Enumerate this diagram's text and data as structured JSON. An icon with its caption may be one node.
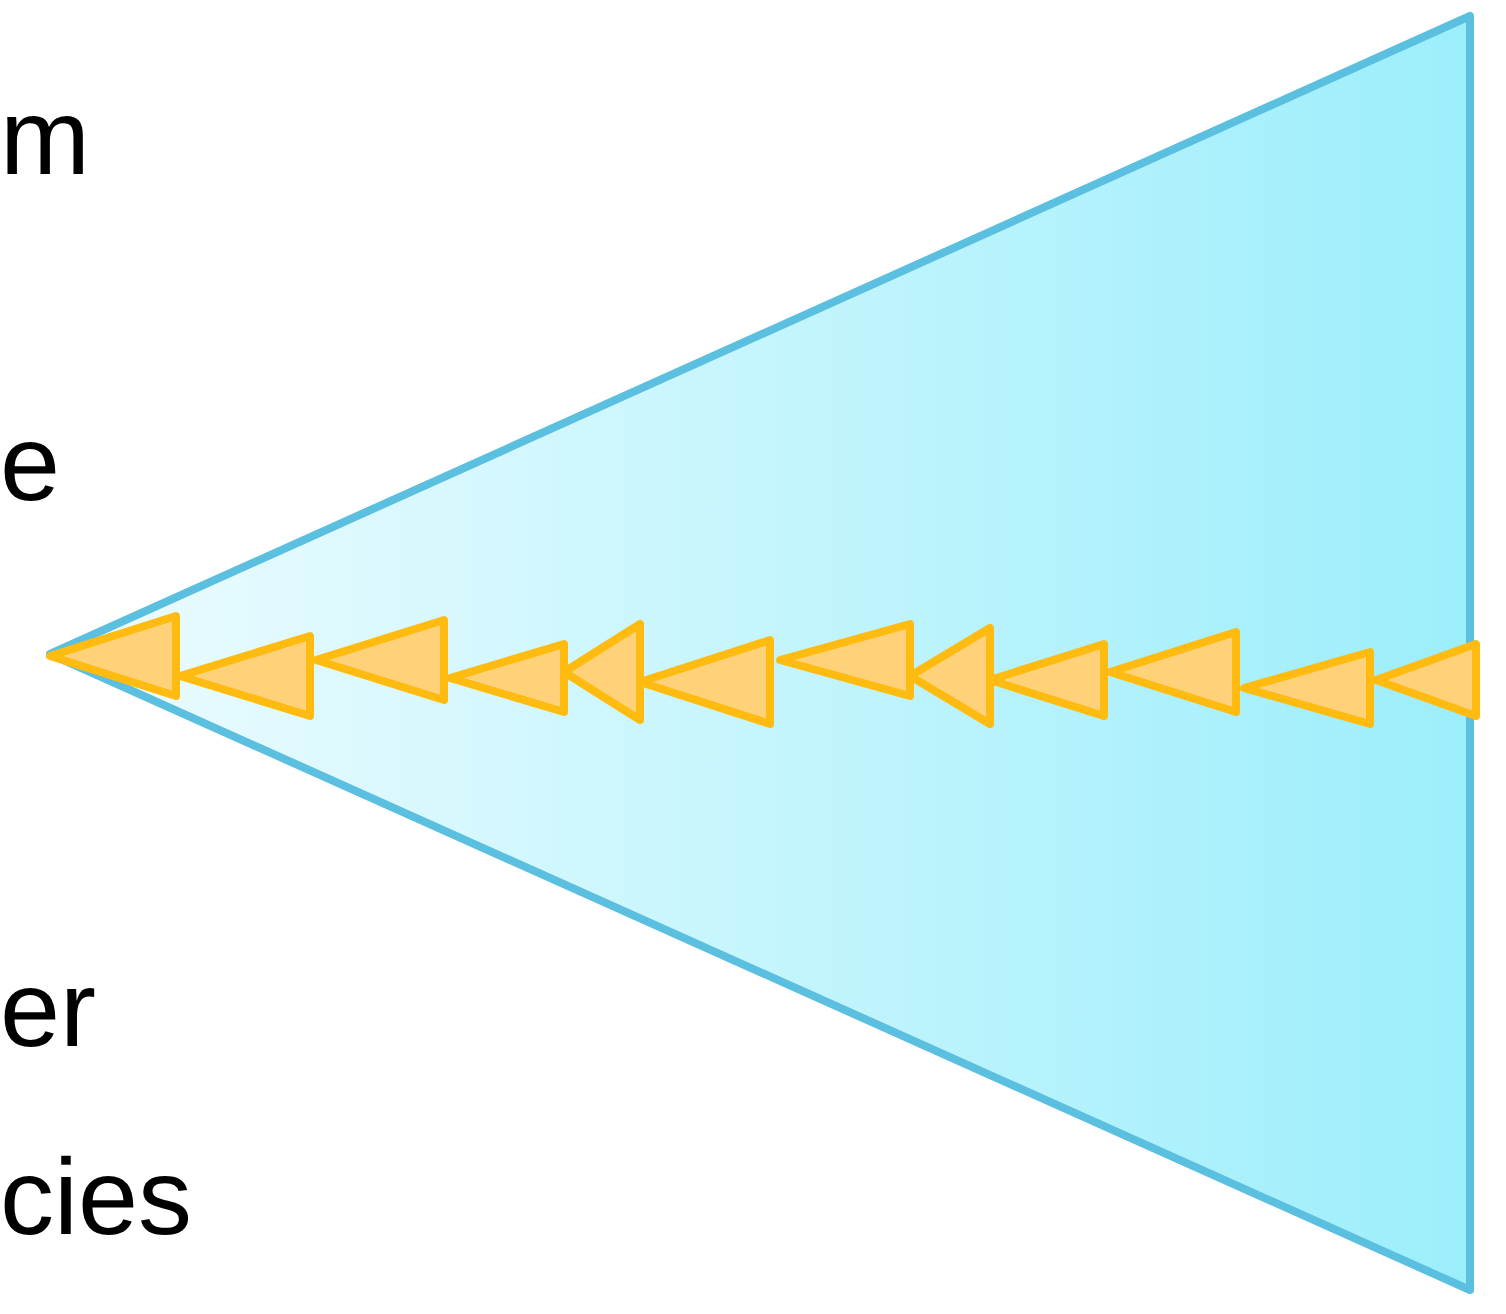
{
  "diagram": {
    "labels": [
      "m",
      "e",
      "er",
      "cies"
    ]
  }
}
